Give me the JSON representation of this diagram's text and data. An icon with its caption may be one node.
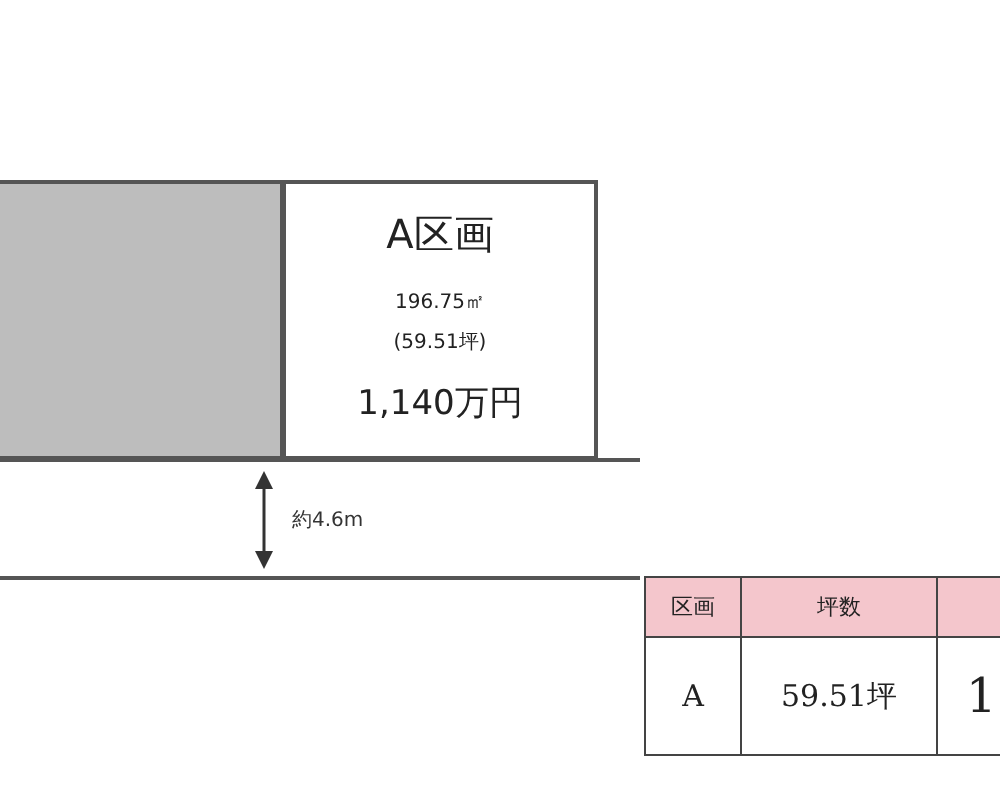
{
  "diagram": {
    "nodes": [
      {
        "text": [],
        "shape": "box"
      },
      {
        "text": [
          "A区画",
          "196.75㎡",
          "(59.51坪)",
          "1,140万円"
        ]
      }
    ],
    "labels": [
      "約4.6m",
      "区画",
      "坪数",
      "A",
      "59.51坪",
      "1"
    ]
  }
}
